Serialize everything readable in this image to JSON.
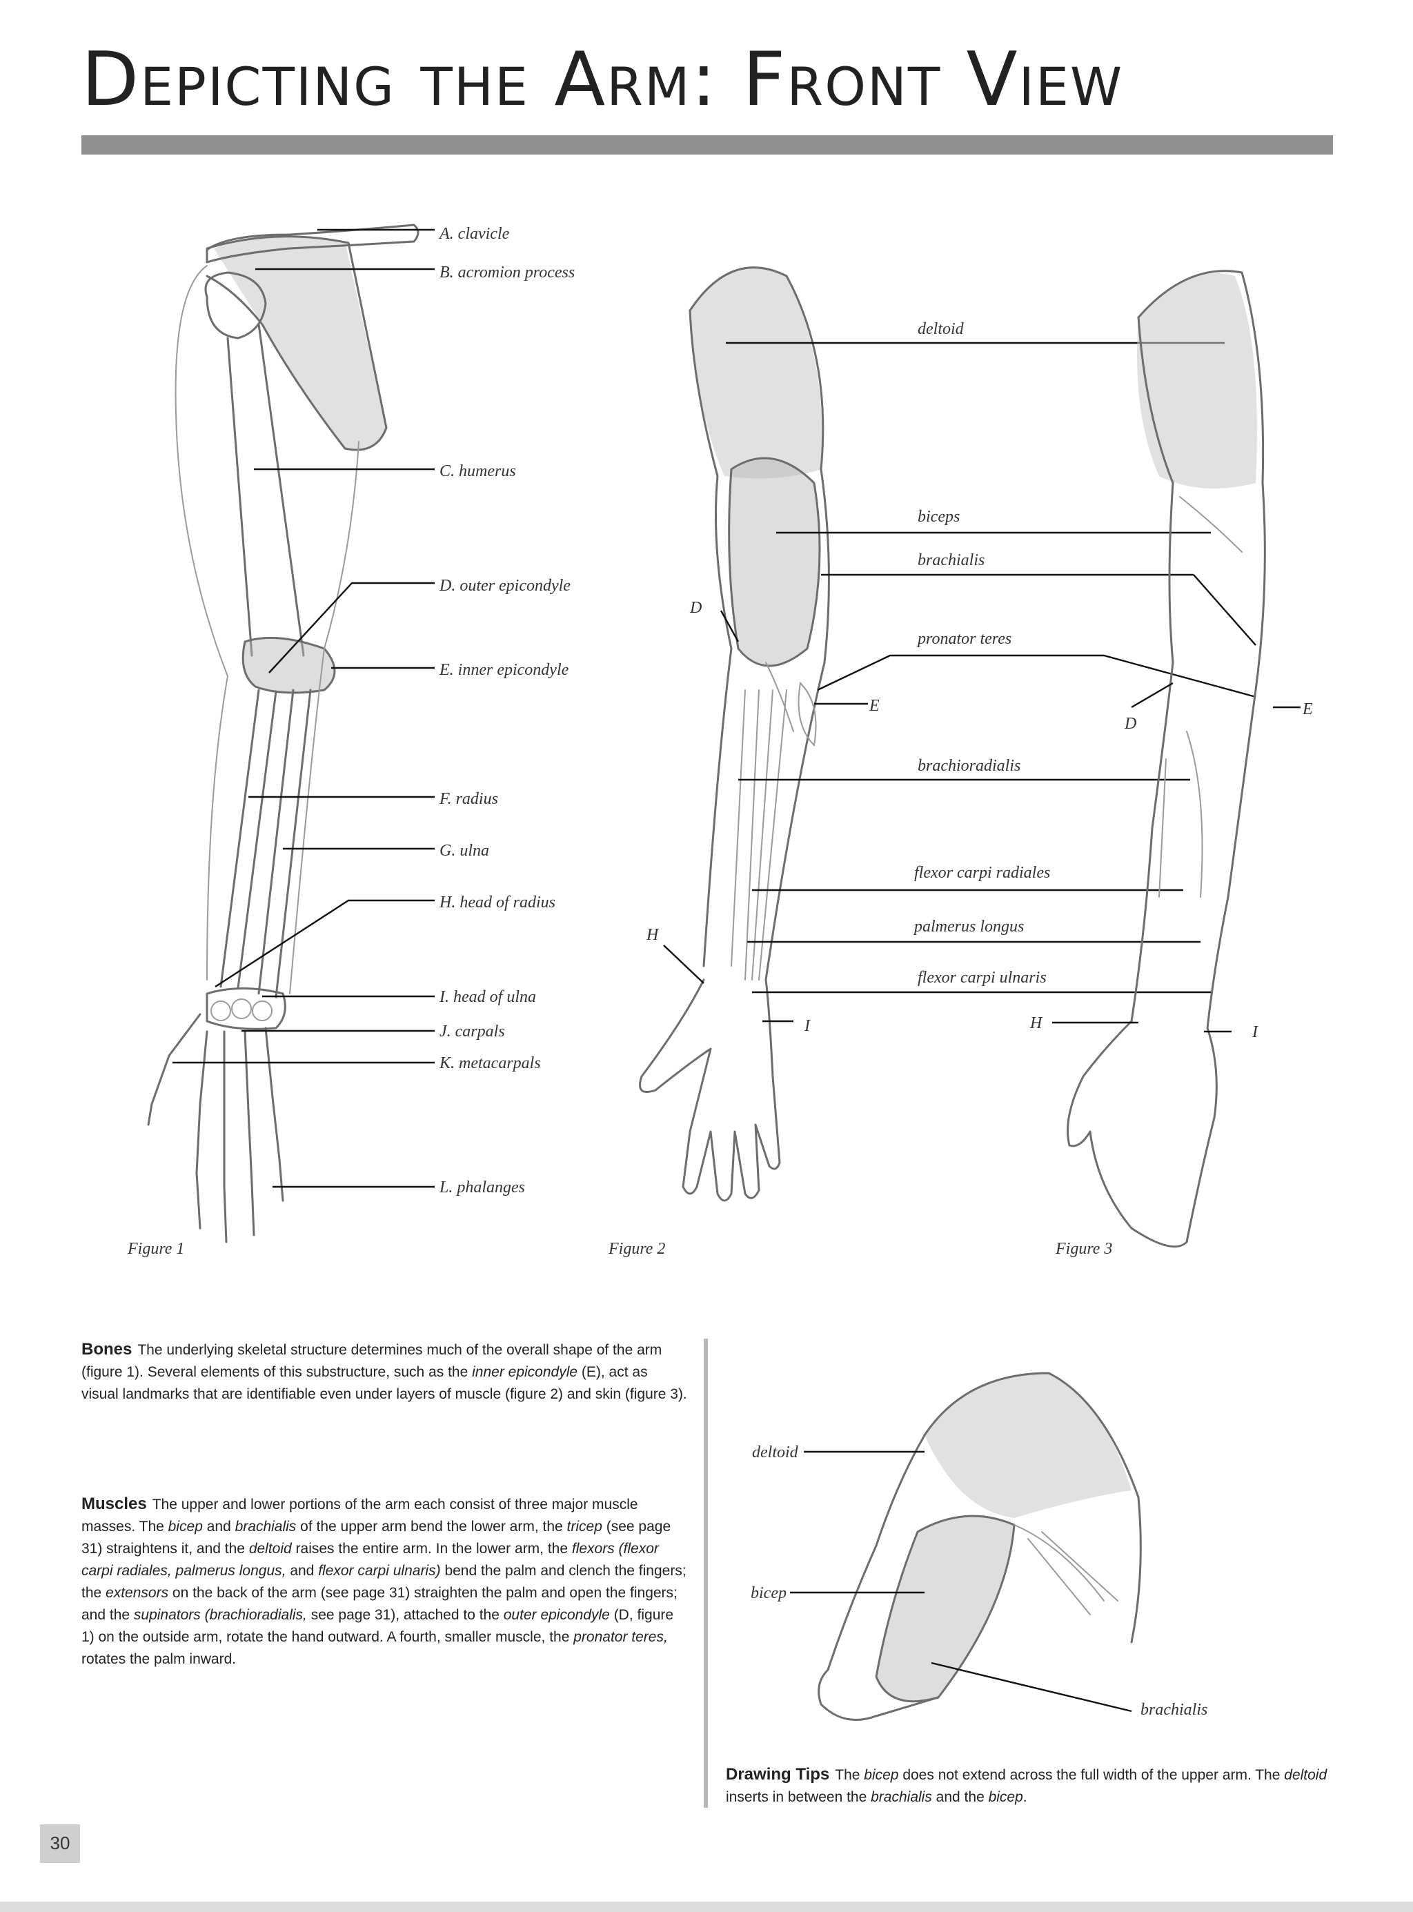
{
  "title": "Depicting the Arm: Front View",
  "figure1": {
    "caption": "Figure 1",
    "labels": {
      "a": "A. clavicle",
      "b": "B. acromion process",
      "c": "C. humerus",
      "d": "D. outer epicondyle",
      "e": "E. inner epicondyle",
      "f": "F. radius",
      "g": "G. ulna",
      "h": "H. head of radius",
      "i": "I. head of ulna",
      "j": "J. carpals",
      "k": "K. metacarpals",
      "l": "L. phalanges"
    }
  },
  "figure2": {
    "caption": "Figure 2",
    "labels": {
      "deltoid": "deltoid",
      "biceps": "biceps",
      "brachialis": "brachialis",
      "pronator": "pronator teres",
      "brachioradialis": "brachioradialis",
      "fcr": "flexor carpi radiales",
      "palmerus": "palmerus longus",
      "fcu": "flexor carpi ulnaris",
      "d": "D",
      "e": "E",
      "h": "H",
      "i": "I"
    }
  },
  "figure3": {
    "caption": "Figure 3",
    "labels": {
      "d": "D",
      "e": "E",
      "h": "H",
      "i": "I"
    }
  },
  "figure4": {
    "labels": {
      "deltoid": "deltoid",
      "bicep": "bicep",
      "brachialis": "brachialis"
    }
  },
  "bones": {
    "heading": "Bones",
    "t1": "The underlying skeletal structure determines much of the overall shape of the arm (figure 1). Several elements of this substructure, such as the ",
    "t2": "inner epicondyle",
    "t3": " (E), act as visual landmarks that are identifiable even under layers of muscle (figure 2) and skin (figure 3)."
  },
  "muscles": {
    "heading": "Muscles",
    "t1": "The upper and lower portions of the arm each consist of three major muscle masses. The ",
    "t2": "bicep",
    "t3": " and ",
    "t4": "brachialis",
    "t5": " of the upper arm bend the lower arm, the ",
    "t6": "tricep",
    "t7": " (see page 31) straightens it, and the ",
    "t8": "deltoid",
    "t9": " raises the entire arm. In the lower arm, the ",
    "t10": "flexors (flexor carpi radiales, palmerus longus,",
    "t11": " and ",
    "t12": "flexor carpi ulnaris)",
    "t13": " bend the palm and clench the fingers; the ",
    "t14": "extensors",
    "t15": " on the back of the arm (see page 31) straighten the palm and open the fingers; and the ",
    "t16": "supinators (brachioradialis,",
    "t17": " see page 31), attached to the ",
    "t18": "outer epicondyle",
    "t19": " (D, figure 1) on the outside arm, rotate the hand outward. A fourth, smaller muscle, the ",
    "t20": "pronator teres,",
    "t21": " rotates the palm inward."
  },
  "tips": {
    "heading": "Drawing Tips",
    "t1": "The ",
    "t2": "bicep",
    "t3": " does not extend across the full width of the upper arm. The ",
    "t4": "deltoid",
    "t5": " inserts in between the ",
    "t6": "brachialis",
    "t7": " and the ",
    "t8": "bicep",
    "t9": "."
  },
  "page_number": "30"
}
